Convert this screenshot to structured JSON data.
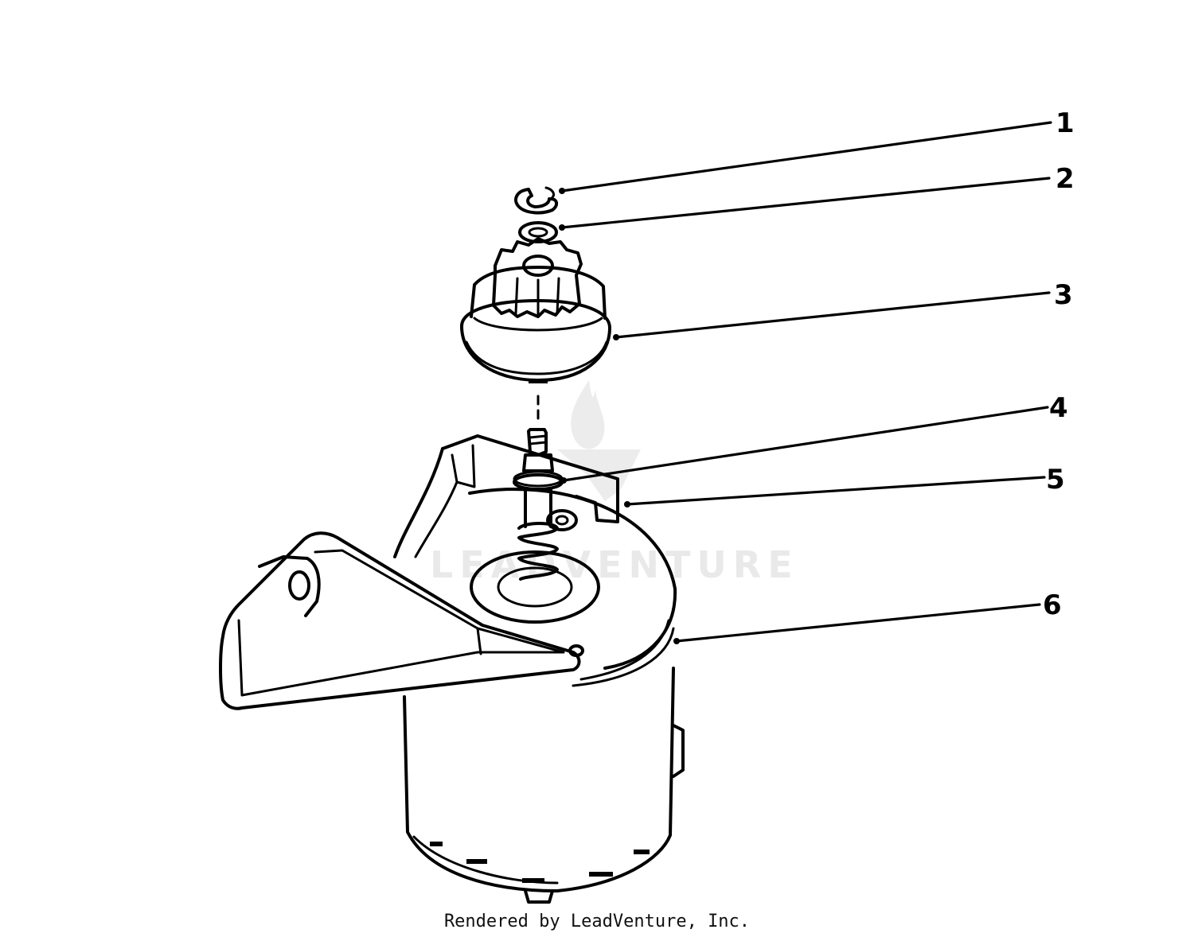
{
  "callouts": [
    {
      "label": "1"
    },
    {
      "label": "2"
    },
    {
      "label": "3"
    },
    {
      "label": "4"
    },
    {
      "label": "5"
    },
    {
      "label": "6"
    }
  ],
  "watermark": {
    "text": "LEADVENTURE"
  },
  "footer": {
    "text": "Rendered by LeadVenture, Inc."
  },
  "colors": {
    "ink": "#000000",
    "background": "#ffffff",
    "watermark": "#e9e9e9"
  }
}
